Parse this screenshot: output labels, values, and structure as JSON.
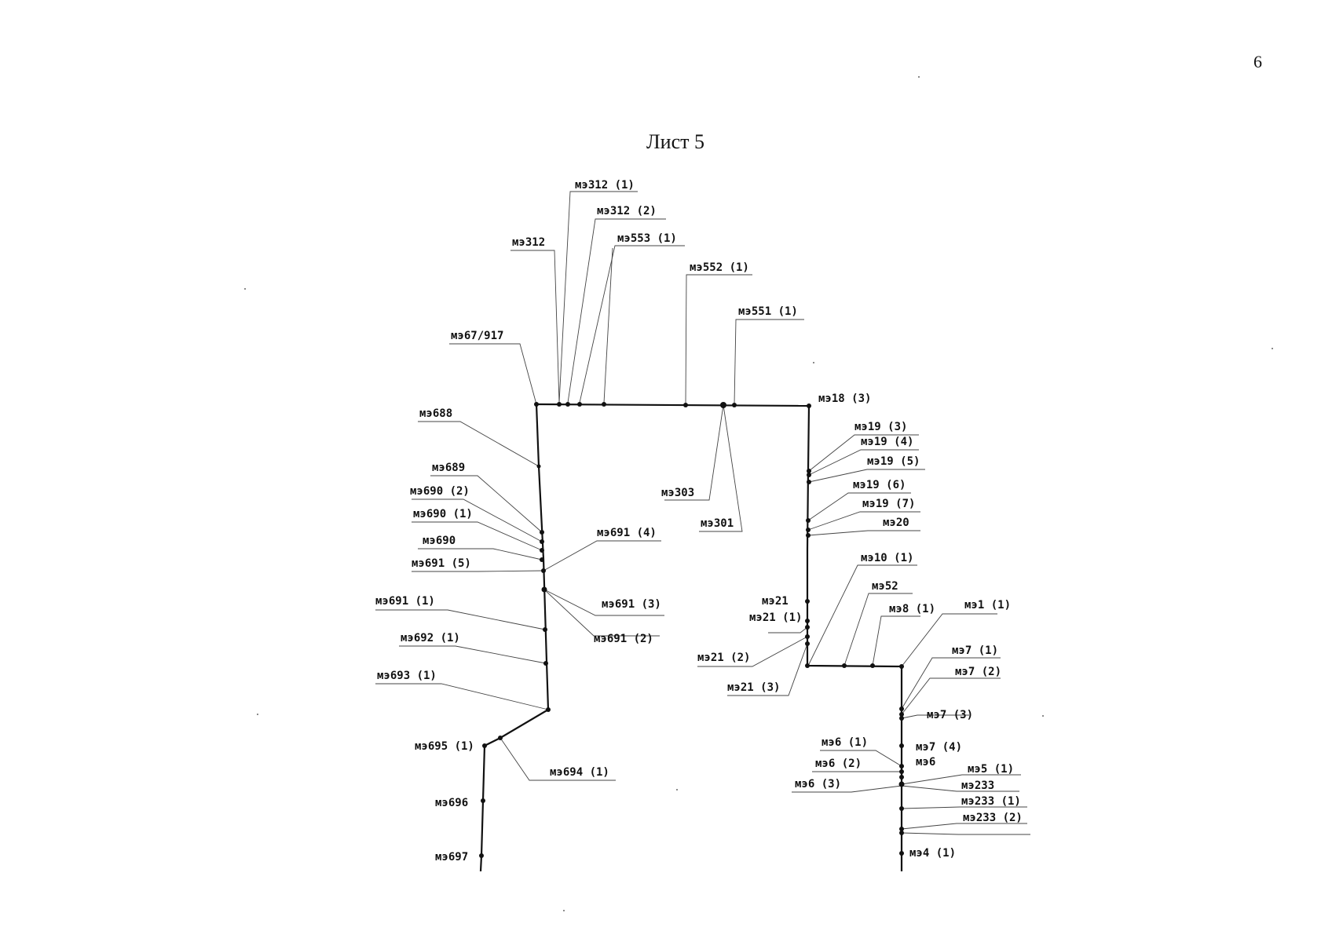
{
  "page_number": "6",
  "sheet_title": "Лист 5",
  "labels": {
    "me312_1": "мэ312 (1)",
    "me312_2": "мэ312 (2)",
    "me553_1": "мэ553 (1)",
    "me312": "мэ312",
    "me552_1": "мэ552 (1)",
    "me551_1": "мэ551 (1)",
    "me67_917": "мэ67/917",
    "me18_3": "мэ18 (3)",
    "me688": "мэ688",
    "me19_3": "мэ19 (3)",
    "me19_4": "мэ19 (4)",
    "me19_5": "мэ19 (5)",
    "me689": "мэ689",
    "me19_6": "мэ19 (6)",
    "me690_2": "мэ690 (2)",
    "me19_7": "мэ19 (7)",
    "me303": "мэ303",
    "me690_1": "мэ690 (1)",
    "me20": "мэ20",
    "me301": "мэ301",
    "me691_4": "мэ691 (4)",
    "me690": "мэ690",
    "me691_5": "мэ691 (5)",
    "me10_1": "мэ10 (1)",
    "me52": "мэ52",
    "me691_1": "мэ691 (1)",
    "me21": "мэ21",
    "me691_3": "мэ691 (3)",
    "me1_1": "мэ1 (1)",
    "me8_1": "мэ8 (1)",
    "me21_1": "мэ21 (1)",
    "me692_1": "мэ692 (1)",
    "me691_2": "мэ691 (2)",
    "me7_1": "мэ7 (1)",
    "me21_2": "мэ21 (2)",
    "me7_2": "мэ7 (2)",
    "me693_1": "мэ693 (1)",
    "me21_3": "мэ21 (3)",
    "me7_3": "мэ7 (3)",
    "me6_1": "мэ6 (1)",
    "me695_1": "мэ695 (1)",
    "me7_4": "мэ7 (4)",
    "me6_2": "мэ6 (2)",
    "me6": "мэ6",
    "me694_1": "мэ694 (1)",
    "me5_1": "мэ5 (1)",
    "me6_3": "мэ6 (3)",
    "me233": "мэ233",
    "me696": "мэ696",
    "me233_1": "мэ233 (1)",
    "me233_2": "мэ233 (2)",
    "me697": "мэ697",
    "me4_1": "мэ4 (1)"
  }
}
